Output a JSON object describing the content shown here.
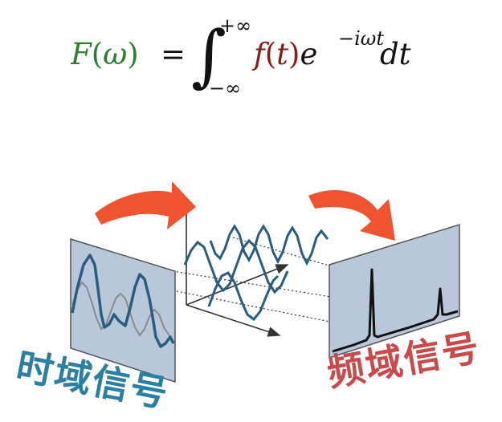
{
  "formula": {
    "lhs_func": "F",
    "lhs_open": "(",
    "lhs_var": "ω",
    "lhs_close": ")",
    "equals": "=",
    "integral": "∫",
    "upper_limit": "+∞",
    "lower_limit": "−∞",
    "integrand_func": "f",
    "integrand_open": "(",
    "integrand_var": "t",
    "integrand_close": ")",
    "exp_base": "e",
    "exp_power": "−iωt",
    "differential": "dt"
  },
  "labels": {
    "time_domain": "时域信号",
    "frequency_domain": "频域信号"
  },
  "colors": {
    "green": "#2e7d32",
    "dark_red": "#8b1a1a",
    "black": "#111111",
    "arrow_orange": "#f0532f",
    "panel_fill": "#b8c8da",
    "panel_border": "#555555",
    "wave_blue": "#2a5c80",
    "wave_gray": "#8a8a8a",
    "time_label": "#2a7fa3",
    "freq_label": "#c94a4a"
  },
  "icons": {
    "left_arrow": "curved-arrow-icon",
    "right_arrow": "curved-arrow-icon"
  }
}
